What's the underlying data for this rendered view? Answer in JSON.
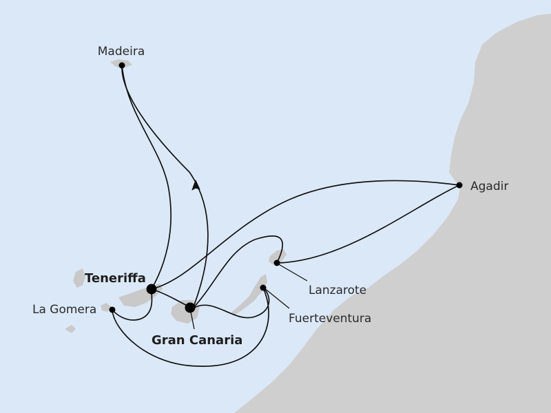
{
  "map": {
    "ports": {
      "madeira": "Madeira",
      "teneriffa": "Teneriffa",
      "la_gomera": "La Gomera",
      "gran_canaria": "Gran Canaria",
      "agadir": "Agadir",
      "lanzarote": "Lanzarote",
      "fuerteventura": "Fuerteventura"
    },
    "colors": {
      "sea": "#dbe8f7",
      "land": "#cfcfcf",
      "route": "#111111"
    }
  }
}
